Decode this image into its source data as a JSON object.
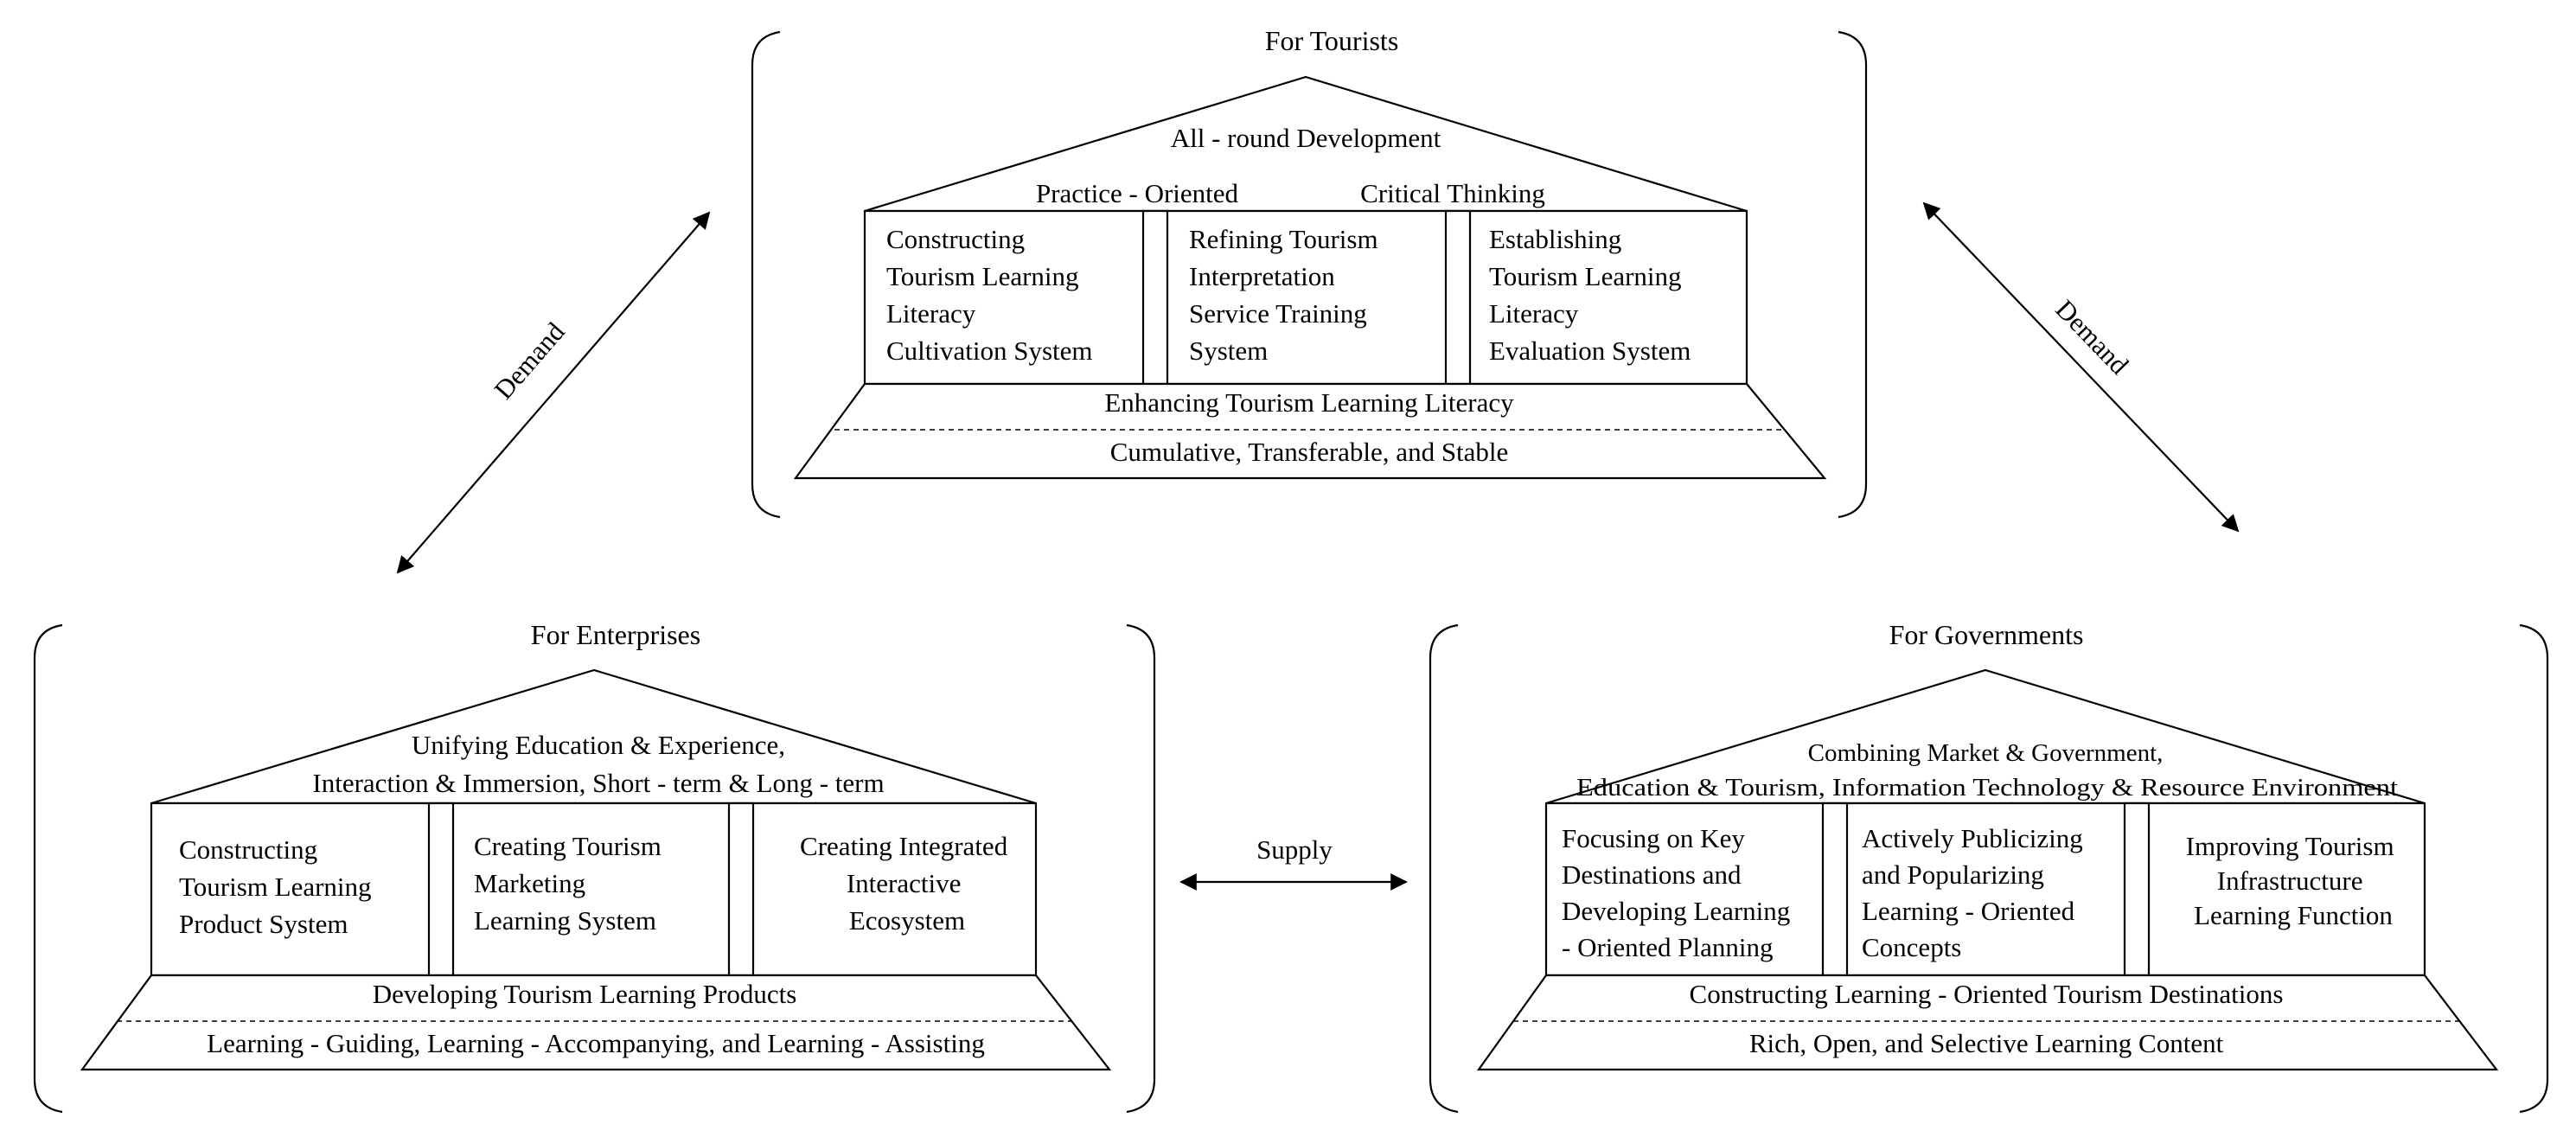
{
  "tourists": {
    "title": "For Tourists",
    "roof": "All - round Development",
    "roof_left": "Practice - Oriented",
    "roof_right": "Critical Thinking",
    "pillars": [
      [
        "Constructing",
        "Tourism Learning",
        "Literacy",
        "Cultivation System"
      ],
      [
        "Refining Tourism",
        "Interpretation",
        "Service Training",
        "System"
      ],
      [
        "Establishing",
        "Tourism Learning",
        "Literacy",
        "Evaluation System"
      ]
    ],
    "base_top": "Enhancing Tourism Learning Literacy",
    "base_bottom": "Cumulative, Transferable, and Stable"
  },
  "enterprises": {
    "title": "For Enterprises",
    "roof_line1": "Unifying Education & Experience,",
    "roof_line2": "Interaction & Immersion, Short - term & Long - term",
    "pillars": [
      [
        "Constructing",
        "Tourism Learning",
        "Product System"
      ],
      [
        "Creating Tourism",
        "Marketing",
        "Learning System"
      ],
      [
        "Creating Integrated",
        "Interactive",
        "Ecosystem"
      ]
    ],
    "base_top": "Developing Tourism Learning Products",
    "base_bottom": "Learning - Guiding, Learning - Accompanying, and Learning - Assisting"
  },
  "governments": {
    "title": "For Governments",
    "roof_line1": "Combining Market & Government,",
    "roof_line2": "Education & Tourism, Information Technology & Resource Environment",
    "pillars": [
      [
        "Focusing on Key",
        "Destinations and",
        "Developing Learning",
        "- Oriented Planning"
      ],
      [
        "Actively Publicizing",
        "and Popularizing",
        "Learning - Oriented",
        "Concepts"
      ],
      [
        "Improving Tourism",
        "Infrastructure",
        "Learning Function"
      ]
    ],
    "base_top": "Constructing Learning - Oriented Tourism Destinations",
    "base_bottom": "Rich, Open, and Selective Learning Content"
  },
  "arrows": {
    "demand_left": "Demand",
    "demand_right": "Demand",
    "supply": "Supply"
  }
}
